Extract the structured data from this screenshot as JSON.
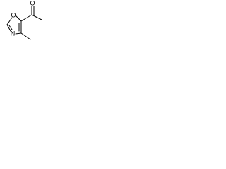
{
  "structure": {
    "atoms": {
      "ring_oxygen": "O",
      "ring_nitrogen": "N",
      "carbonyl_oxygen": "O"
    }
  }
}
